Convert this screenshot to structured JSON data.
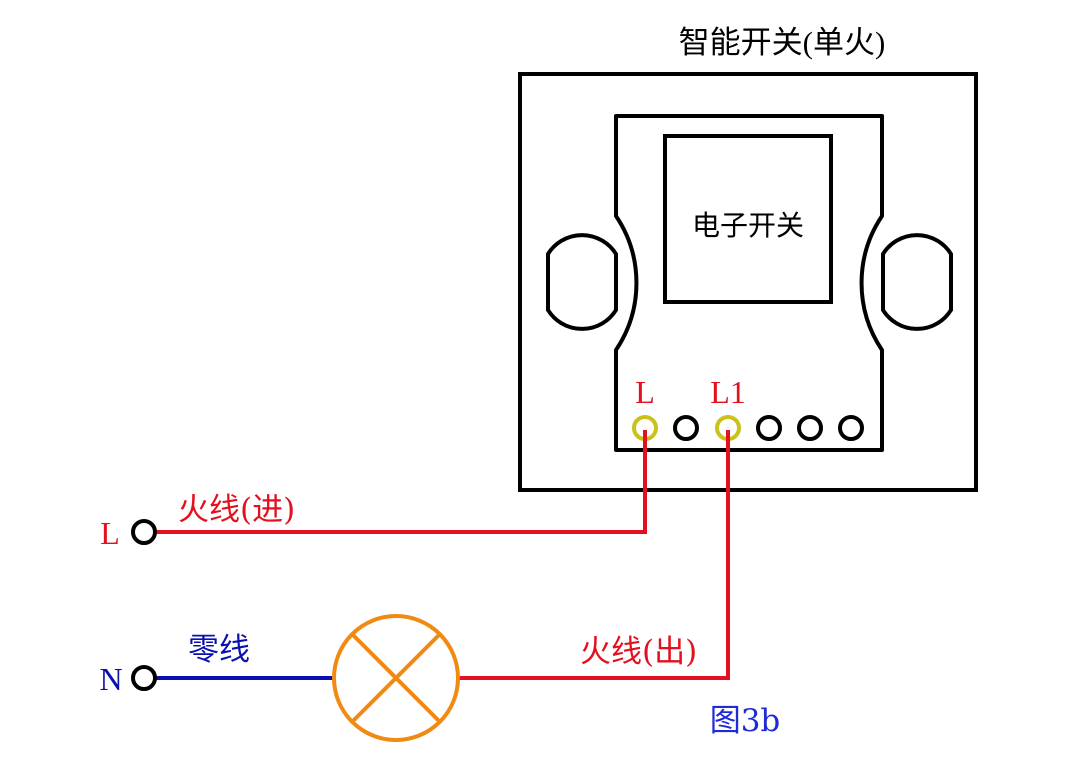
{
  "diagram": {
    "title": "智能开关(单火)",
    "inner_label": "电子开关",
    "figure_caption": "图3b",
    "terminals": {
      "L_label": "L",
      "L1_label": "L1",
      "count": 6,
      "used": [
        "L",
        "L1"
      ]
    },
    "source": {
      "live_label": "L",
      "neutral_label": "N"
    },
    "wires": {
      "live_in_label": "火线(进)",
      "live_out_label": "火线(出)",
      "neutral_label": "零线"
    },
    "colors": {
      "live": "#e3101f",
      "neutral": "#0a10b0",
      "lamp": "#f08a12",
      "terminal_used": "#c8c21a",
      "outline": "#000000",
      "caption": "#1f2ad8"
    }
  }
}
